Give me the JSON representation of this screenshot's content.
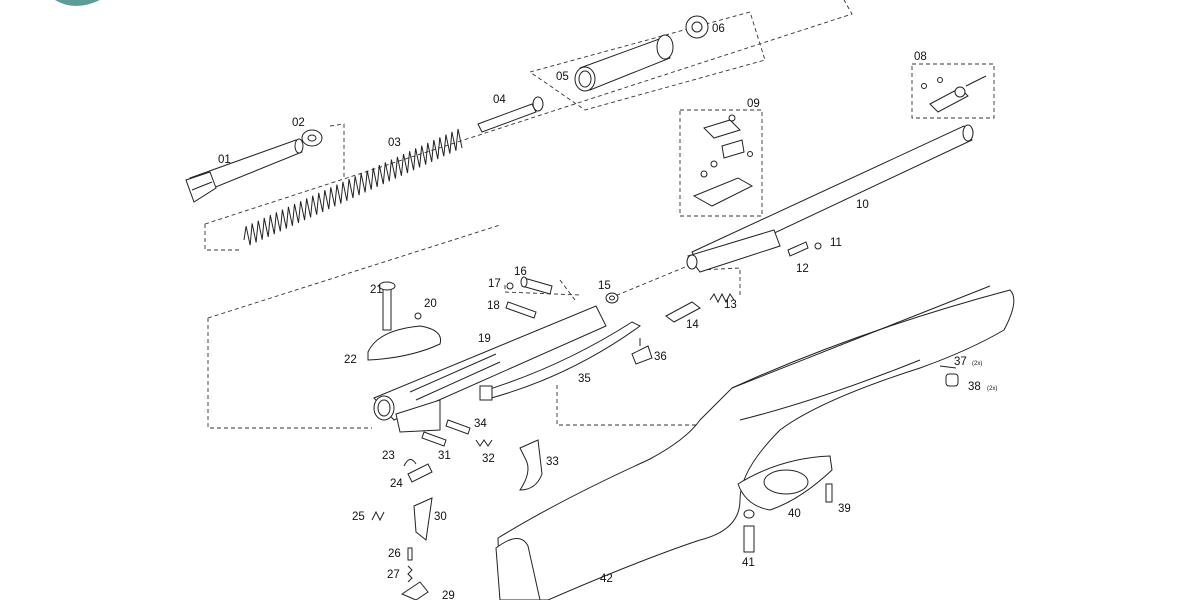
{
  "diagram": {
    "parts": [
      {
        "id": "01",
        "label": "01"
      },
      {
        "id": "02",
        "label": "02"
      },
      {
        "id": "03",
        "label": "03"
      },
      {
        "id": "04",
        "label": "04"
      },
      {
        "id": "05",
        "label": "05"
      },
      {
        "id": "06",
        "label": "06"
      },
      {
        "id": "08",
        "label": "08"
      },
      {
        "id": "09",
        "label": "09"
      },
      {
        "id": "10",
        "label": "10"
      },
      {
        "id": "11",
        "label": "11"
      },
      {
        "id": "12",
        "label": "12"
      },
      {
        "id": "13",
        "label": "13"
      },
      {
        "id": "14",
        "label": "14"
      },
      {
        "id": "15",
        "label": "15"
      },
      {
        "id": "16",
        "label": "16"
      },
      {
        "id": "17",
        "label": "17"
      },
      {
        "id": "18",
        "label": "18"
      },
      {
        "id": "19",
        "label": "19"
      },
      {
        "id": "20",
        "label": "20"
      },
      {
        "id": "21",
        "label": "21"
      },
      {
        "id": "22",
        "label": "22"
      },
      {
        "id": "23",
        "label": "23"
      },
      {
        "id": "24",
        "label": "24"
      },
      {
        "id": "25",
        "label": "25"
      },
      {
        "id": "26",
        "label": "26"
      },
      {
        "id": "27",
        "label": "27"
      },
      {
        "id": "29",
        "label": "29"
      },
      {
        "id": "30",
        "label": "30"
      },
      {
        "id": "31",
        "label": "31"
      },
      {
        "id": "32",
        "label": "32"
      },
      {
        "id": "33",
        "label": "33"
      },
      {
        "id": "34",
        "label": "34"
      },
      {
        "id": "35",
        "label": "35"
      },
      {
        "id": "36",
        "label": "36"
      },
      {
        "id": "37",
        "label": "37"
      },
      {
        "id": "38",
        "label": "38"
      },
      {
        "id": "39",
        "label": "39"
      },
      {
        "id": "40",
        "label": "40"
      },
      {
        "id": "41",
        "label": "41"
      },
      {
        "id": "42",
        "label": "42"
      }
    ],
    "quantity_notes": {
      "37": "(2x)",
      "38": "(2x)"
    },
    "logo_color": "#5e9c98"
  }
}
